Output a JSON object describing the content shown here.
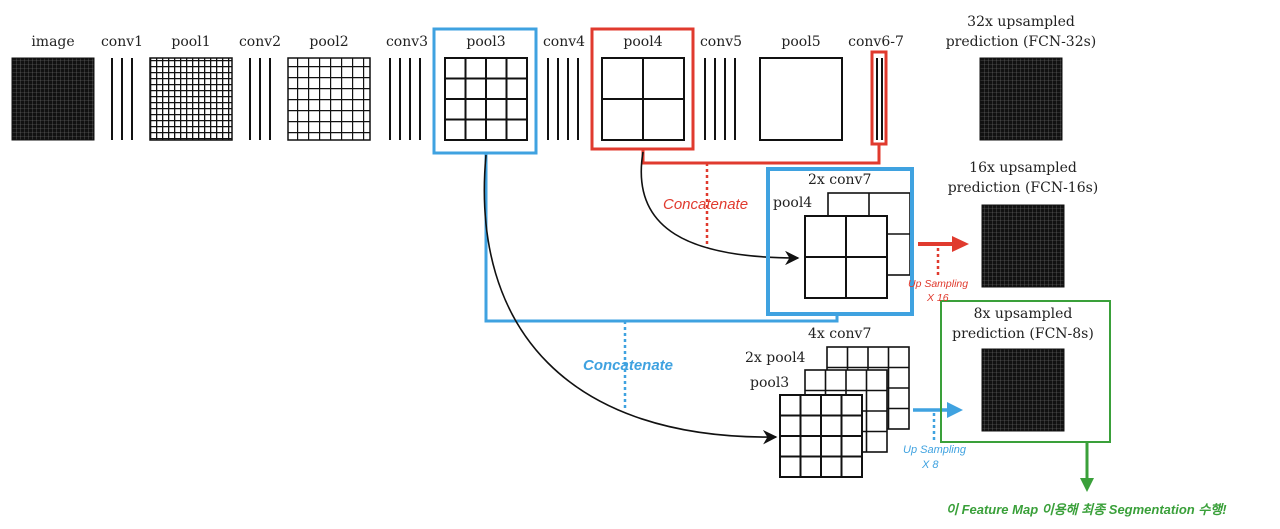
{
  "top_labels": {
    "image": "image",
    "conv1": "conv1",
    "pool1": "pool1",
    "conv2": "conv2",
    "pool2": "pool2",
    "conv3": "conv3",
    "pool3": "pool3",
    "conv4": "conv4",
    "pool4": "pool4",
    "conv5": "conv5",
    "pool5": "pool5",
    "conv67": "conv6-7"
  },
  "predictions": {
    "fcn32": {
      "line1": "32x upsampled",
      "line2": "prediction (FCN-32s)"
    },
    "fcn16": {
      "line1": "16x upsampled",
      "line2": "prediction (FCN-16s)"
    },
    "fcn8": {
      "line1": "8x upsampled",
      "line2": "prediction (FCN-8s)"
    }
  },
  "fcn16_stack": {
    "conv7": "2x conv7",
    "pool4": "pool4"
  },
  "fcn8_stack": {
    "conv7": "4x conv7",
    "pool4": "2x pool4",
    "pool3": "pool3"
  },
  "annotations": {
    "concat_red": "Concatenate",
    "concat_blue": "Concatenate",
    "up16_line1": "Up Sampling",
    "up16_line2": "X 16",
    "up8_line1": "Up Sampling",
    "up8_line2": "X 8",
    "final_note": "이 Feature Map 이용해 최종 Segmentation 수행!"
  },
  "colors": {
    "red": "#e03a2e",
    "blue": "#3fa2e0",
    "green": "#3aa03a",
    "ink": "#222222"
  }
}
